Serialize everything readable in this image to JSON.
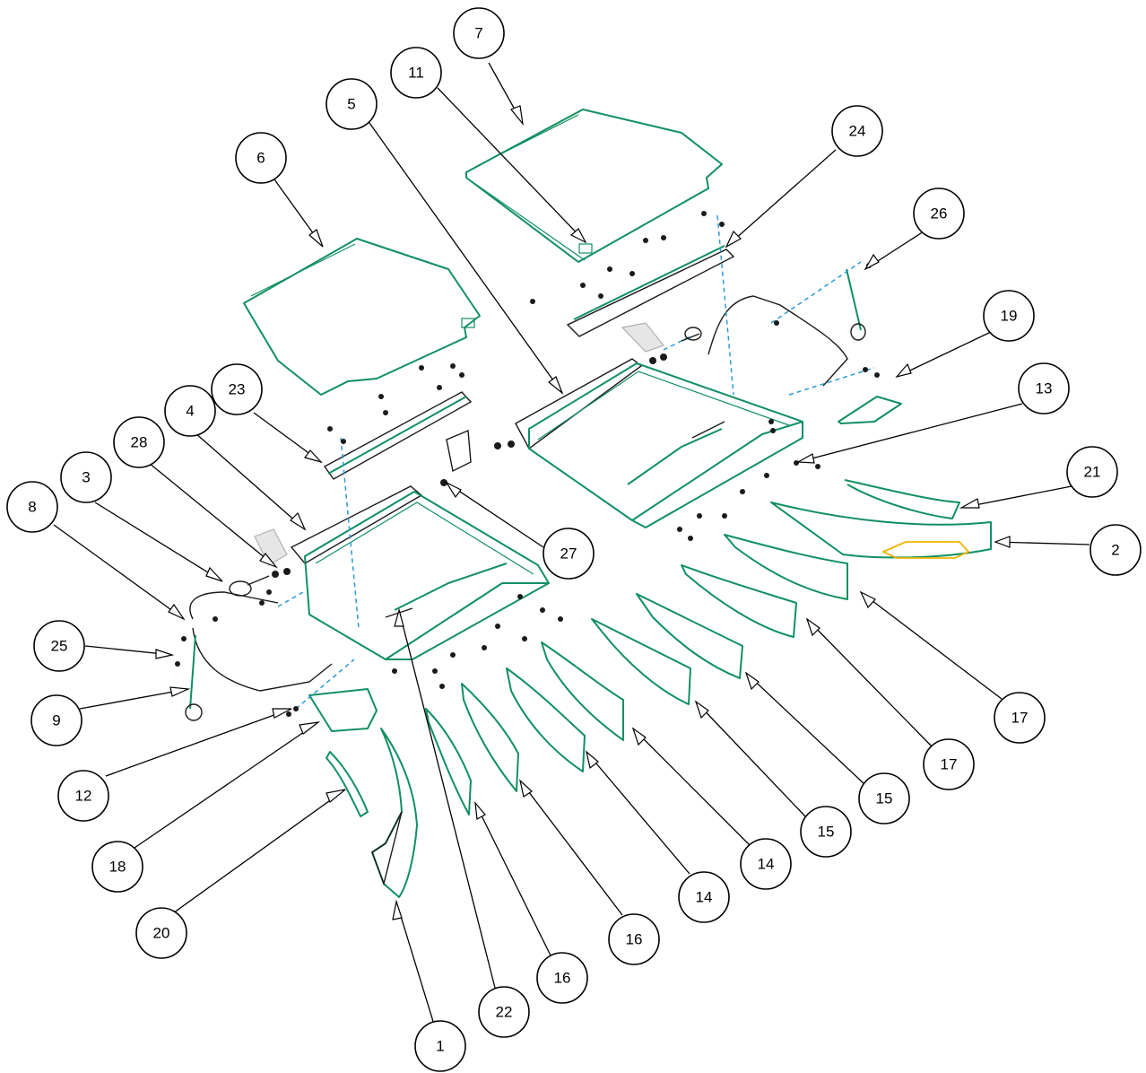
{
  "diagram": {
    "callouts": [
      {
        "id": "c7",
        "label": "7"
      },
      {
        "id": "c11",
        "label": "11"
      },
      {
        "id": "c5",
        "label": "5"
      },
      {
        "id": "c24",
        "label": "24"
      },
      {
        "id": "c6",
        "label": "6"
      },
      {
        "id": "c26",
        "label": "26"
      },
      {
        "id": "c19",
        "label": "19"
      },
      {
        "id": "c23",
        "label": "23"
      },
      {
        "id": "c13",
        "label": "13"
      },
      {
        "id": "c4",
        "label": "4"
      },
      {
        "id": "c28",
        "label": "28"
      },
      {
        "id": "c3",
        "label": "3"
      },
      {
        "id": "c21",
        "label": "21"
      },
      {
        "id": "c8",
        "label": "8"
      },
      {
        "id": "c27",
        "label": "27"
      },
      {
        "id": "c2",
        "label": "2"
      },
      {
        "id": "c25",
        "label": "25"
      },
      {
        "id": "c9",
        "label": "9"
      },
      {
        "id": "c17a",
        "label": "17"
      },
      {
        "id": "c17b",
        "label": "17"
      },
      {
        "id": "c12",
        "label": "12"
      },
      {
        "id": "c15a",
        "label": "15"
      },
      {
        "id": "c15b",
        "label": "15"
      },
      {
        "id": "c18",
        "label": "18"
      },
      {
        "id": "c14a",
        "label": "14"
      },
      {
        "id": "c14b",
        "label": "14"
      },
      {
        "id": "c20",
        "label": "20"
      },
      {
        "id": "c16a",
        "label": "16"
      },
      {
        "id": "c16b",
        "label": "16"
      },
      {
        "id": "c22",
        "label": "22"
      },
      {
        "id": "c1",
        "label": "1"
      }
    ],
    "colors": {
      "part_outline": "#109060",
      "hardware": "#1a1a1a",
      "centerline": "#2a9ad8",
      "highlight": "#f0b400",
      "callout_stroke": "#000000"
    }
  }
}
